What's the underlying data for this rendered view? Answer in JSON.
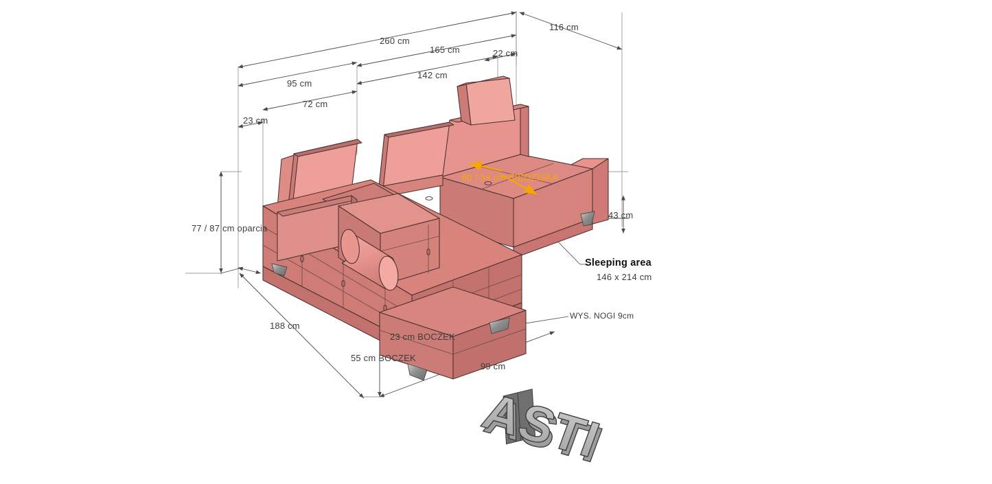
{
  "drawing": {
    "title": "ASTI corner sofa bed dimensional drawing",
    "background_color": "#ffffff",
    "upholstery_color": "#e3918c",
    "upholstery_shade_color": "#cf7a76",
    "upholstery_light_color": "#f0a9a3",
    "outline_color": "#3a2b2b",
    "dimension_line_color": "#4a4a4a",
    "accent_color": "#f5a700",
    "logo_color": "#9a9a9a"
  },
  "logo": {
    "text": "ASTI",
    "style": "3d-extruded-gray"
  },
  "dimensions": {
    "total_width": "260 cm",
    "main_span": "165 cm",
    "seat_span": "142 cm",
    "left_span": "95 cm",
    "left_inner_span": "72 cm",
    "arm_left": "23 cm",
    "arm_right": "22 cm",
    "depth": "116 cm",
    "seat_height": "43 cm",
    "back_height": "77 / 87 cm oparcia",
    "chaise_length": "188 cm",
    "chaise_width": "99 cm",
    "side_height_low": "23 cm BOCZEK",
    "side_height_high": "55 cm BOCZEK",
    "leg_height": "WYS. NOGI 9cm",
    "seat_depth_note": "80 / 54 cm SIEDZISKA"
  },
  "callouts": {
    "sleeping_area_title": "Sleeping area",
    "sleeping_area_size": "146 x 214 cm"
  }
}
